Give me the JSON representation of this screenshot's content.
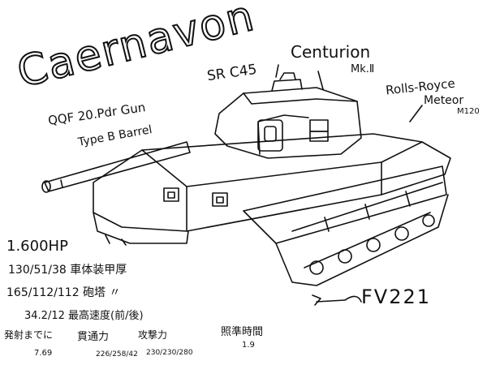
{
  "title": "Caernavon",
  "labels": {
    "tank_model": "Centurion",
    "tank_mark": "Mk.Ⅱ",
    "cupola": "SR C45",
    "engine_line1": "Rolls-Royce",
    "engine_line2": "Meteor",
    "engine_model": "M120",
    "gun_line1": "QQF 20.Pdr Gun",
    "gun_line2": "Type B Barrel",
    "designation": "FV221"
  },
  "stats": {
    "horsepower": "1.600HP",
    "hull_armor": "130/51/38 車体装甲厚",
    "turret_armor": "165/112/112 砲塔 〃",
    "speed": "34.2/12 最高速度(前/後)",
    "reload_label": "発射までに",
    "penetration_label": "貫通力",
    "damage_label": "攻撃力",
    "aim_label": "照準時間",
    "reload_value": "7.69",
    "penetration_value": "226/258/42",
    "damage_value": "230/230/280",
    "aim_value": "1.9"
  }
}
